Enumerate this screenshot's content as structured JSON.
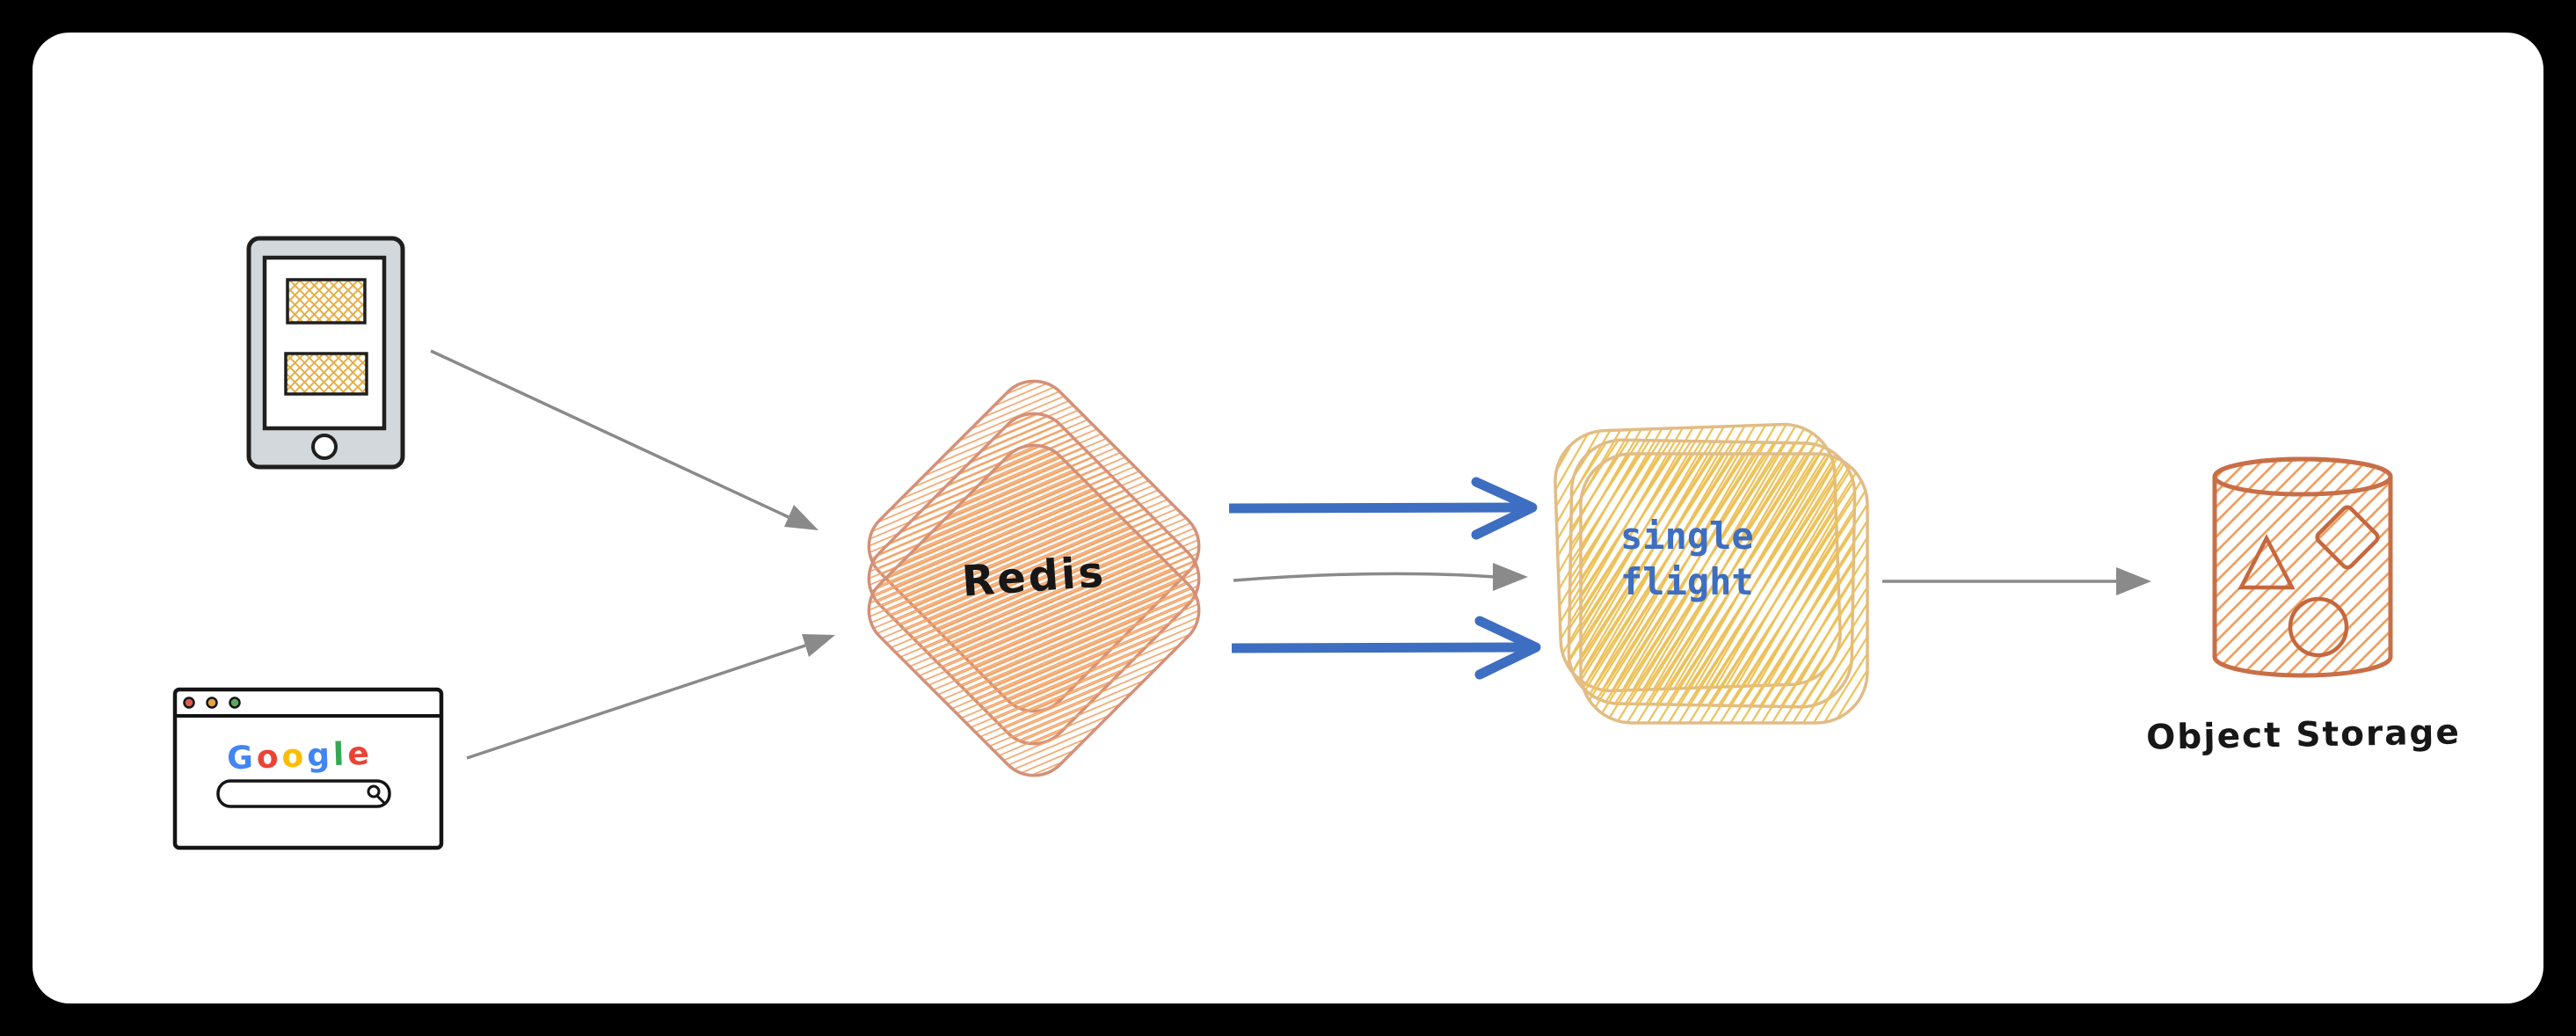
{
  "frame": {
    "background_color": "#000000",
    "surface_color": "#ffffff"
  },
  "nodes": {
    "mobile_client": {
      "type": "phone-illustration",
      "body_color": "#d3d8dc",
      "outline_color": "#1f1f1f",
      "content_hatch_color": "#e5ae45"
    },
    "browser_client": {
      "type": "browser-window-illustration",
      "outline_color": "#141414",
      "traffic_lights": [
        "#e05a4e",
        "#e8a33d",
        "#58a85e"
      ],
      "logo_word": "Google",
      "logo_letters": [
        {
          "char": "G",
          "css": "color:#4285f4"
        },
        {
          "char": "o",
          "css": "color:#ea4335"
        },
        {
          "char": "o",
          "css": "color:#fbbc05"
        },
        {
          "char": "g",
          "css": "color:#4285f4"
        },
        {
          "char": "l",
          "css": "color:#34a853"
        },
        {
          "char": "e",
          "css": "color:#ea4335"
        }
      ]
    },
    "redis": {
      "label": "Redis",
      "shape": "stacked-diamonds",
      "stroke_color": "#d49078",
      "hatch_color": "#f1a266",
      "label_color": "#171717"
    },
    "single_flight": {
      "label_line1": "single",
      "label_line2": "flight",
      "shape": "stacked-rounded-squares",
      "stroke_color": "#e2bc85",
      "hatch_color": "#ecc158",
      "label_color": "#3d6ec1"
    },
    "object_storage": {
      "label": "Object Storage",
      "shape": "cylinder-with-objects",
      "stroke_color": "#c86f47",
      "hatch_color": "#ef9b58",
      "label_color": "#171717"
    }
  },
  "edges": [
    {
      "from": "mobile-client",
      "to": "redis",
      "style": "thin-solid",
      "color": "#8a8a8a"
    },
    {
      "from": "browser-client",
      "to": "redis",
      "style": "thin-solid",
      "color": "#8a8a8a"
    },
    {
      "from": "redis",
      "to": "single-flight",
      "style": "thick-chevron",
      "color": "#3d6ec1"
    },
    {
      "from": "redis",
      "to": "single-flight",
      "style": "thin-solid",
      "color": "#8a8a8a"
    },
    {
      "from": "redis",
      "to": "single-flight",
      "style": "thick-chevron",
      "color": "#3d6ec1"
    },
    {
      "from": "single-flight",
      "to": "object-storage",
      "style": "thin-solid",
      "color": "#8a8a8a"
    }
  ]
}
